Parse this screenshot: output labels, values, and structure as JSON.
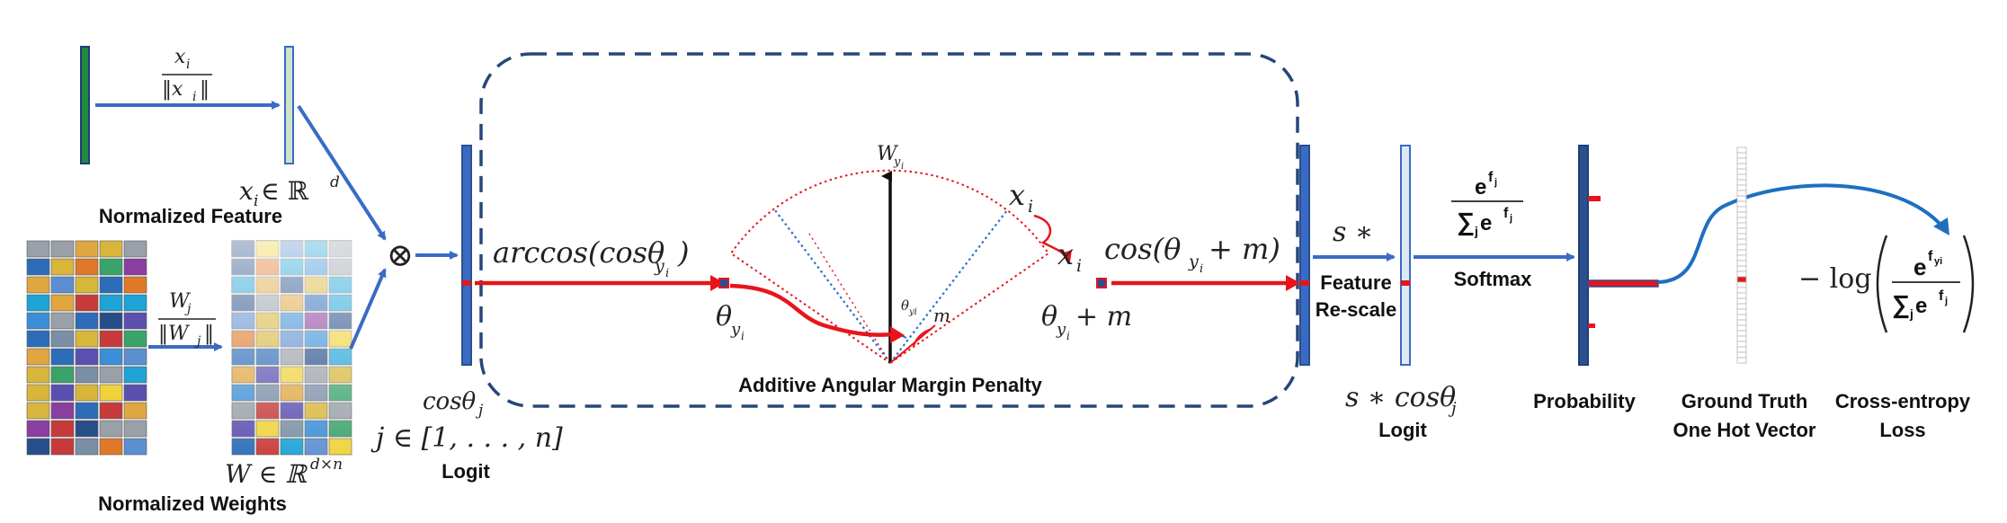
{
  "labels": {
    "normalized_feature": "Normalized Feature",
    "normalized_weights": "Normalized Weights",
    "logit_left": "Logit",
    "margin_penalty": "Additive Angular Margin Penalty",
    "feature_rescale_1": "Feature",
    "feature_rescale_2": "Re-scale",
    "logit_right": "Logit",
    "softmax": "Softmax",
    "probability": "Probability",
    "ground_truth_1": "Ground Truth",
    "ground_truth_2": "One Hot Vector",
    "ce_loss_1": "Cross-entropy",
    "ce_loss_2": "Loss"
  },
  "math": {
    "feature_norm_num": "x",
    "feature_norm_sub": "i",
    "feature_norm_den": "‖x",
    "feature_norm_den_sub": "i",
    "feature_norm_den_close": "‖",
    "weight_norm_num": "W",
    "weight_norm_sub": "j",
    "weight_norm_den": "‖W",
    "weight_norm_den_sub": "j",
    "weight_norm_den_close": "‖",
    "x_in_rd": "x",
    "x_in_rd_sub": "i",
    "x_in_rd_rest": " ∈ ℝ",
    "x_in_rd_sup": "d",
    "w_in_rdn": "W ∈ ℝ",
    "w_in_rdn_sup": "d×n",
    "otimes": "⊗",
    "cos_theta_j": "cosθ",
    "cos_theta_j_sub": "j",
    "j_range": "j ∈ [1, . . . , n]",
    "arccos": "arccos(cosθ",
    "arccos_sub": "y",
    "arccos_subsub": "i",
    "arccos_close": ")",
    "theta_yi": "θ",
    "theta_yi_sub": "y",
    "theta_yi_subsub": "i",
    "w_yi": "W",
    "w_yi_sub": "y",
    "w_yi_subsub": "i",
    "x_i_top": "x",
    "x_i_top_sub": "i",
    "x_i_mid": "x",
    "x_i_mid_sub": "i",
    "theta_small": "θ",
    "theta_small_sub": "yi",
    "m_small": "m",
    "theta_plus_m": "θ",
    "theta_plus_m_sub": "y",
    "theta_plus_m_subsub": "i",
    "theta_plus_m_rest": " + m",
    "cos_theta_m": "cos(θ",
    "cos_theta_m_sub": "y",
    "cos_theta_m_subsub": "i",
    "cos_theta_m_rest": " + m)",
    "s_star": "s ∗",
    "s_cos": "s ∗ cosθ",
    "s_cos_sub": "j",
    "softmax_num": "e",
    "softmax_num_sup": "f",
    "softmax_num_supsub": "j",
    "softmax_den": "∑",
    "softmax_den_sub": "j",
    "softmax_den_e": " e",
    "softmax_den_sup": "f",
    "softmax_den_supsub": "j",
    "loss_prefix": "− log",
    "loss_num": "e",
    "loss_num_sup": "f",
    "loss_num_supsub": "yi",
    "loss_den": "∑",
    "loss_den_sub": "j",
    "loss_den_e": " e",
    "loss_den_sup": "f",
    "loss_den_supsub": "j"
  },
  "colors": {
    "blue_arrow": "#3a6bc4",
    "dark_blue": "#2b4f8f",
    "red": "#e8141b",
    "green_bar": "#1e8a3a",
    "light_bar": "#dde9f5",
    "dotted_blue": "#2a6fc9",
    "dashed_box": "#27467a"
  }
}
